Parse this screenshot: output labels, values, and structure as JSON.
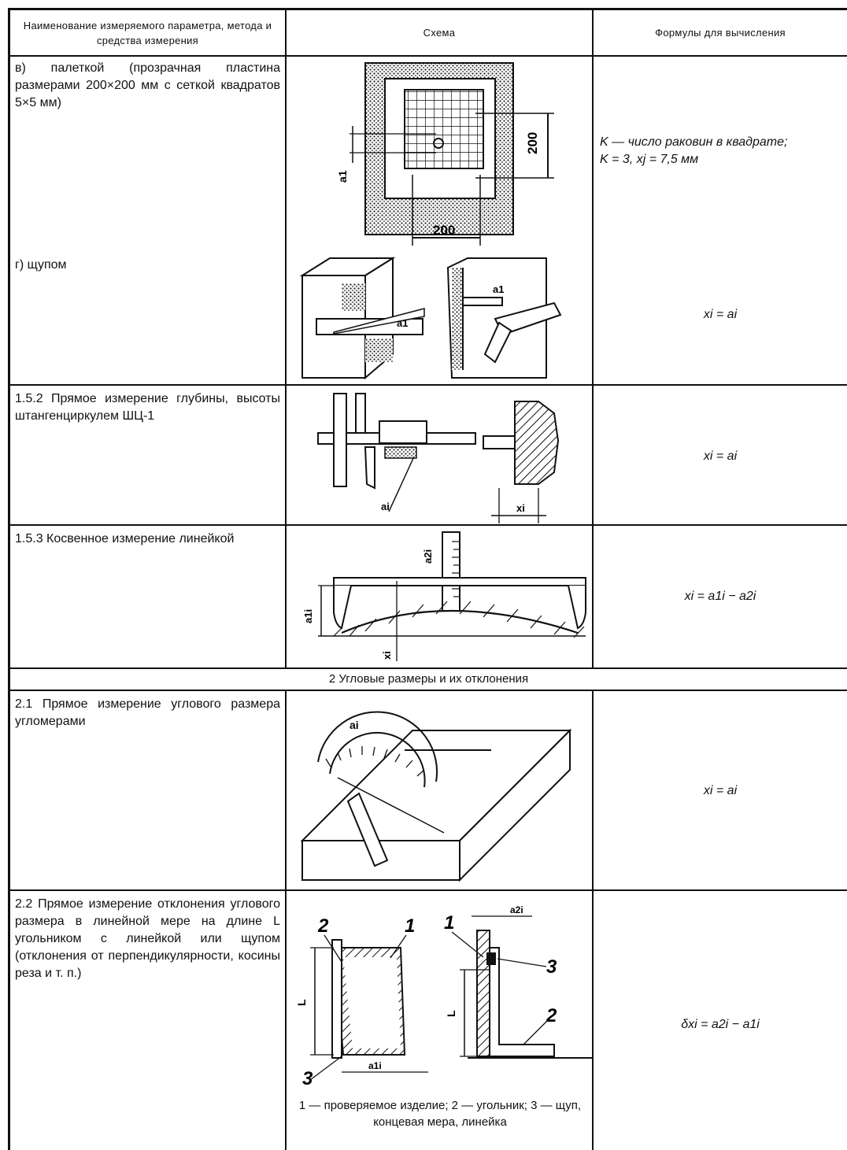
{
  "header": {
    "col1": "Наименование измеряемого параметра, метода и средства измерения",
    "col2": "Схема",
    "col3": "Формулы для вычисления"
  },
  "rows": [
    {
      "method": "в) палеткой (прозрачная пластина размерами 200×200 мм с сеткой квадратов 5×5 мм)",
      "formula_line1": "K — число раковин в квадрате;",
      "formula_line2": "K = 3, xj = 7,5 мм",
      "labels": {
        "dim_v": "200",
        "dim_h": "200",
        "a": "a1"
      }
    },
    {
      "method": "г) щупом",
      "formula": "xi = ai",
      "labels": {
        "a1": "a1",
        "a2": "a1"
      }
    },
    {
      "method": "1.5.2 Прямое измерение глубины, высоты штангенциркулем ШЦ-1",
      "formula": "xi = ai",
      "labels": {
        "a": "ai",
        "x": "xi"
      }
    },
    {
      "method": "1.5.3 Косвенное измерение линейкой",
      "formula": "xi = a1i − a2i",
      "labels": {
        "a2": "a2i",
        "a1": "a1i",
        "x": "xi"
      }
    },
    {
      "section": "2 Угловые размеры и их отклонения"
    },
    {
      "method": "2.1 Прямое измерение углового размера угломерами",
      "formula": "xi = ai",
      "labels": {
        "a": "ai"
      }
    },
    {
      "method": "2.2 Прямое измерение отклонения углового размера в линейной мере на длине L угольником с линейкой или щупом (отклонения от перпендикулярности, косины реза и т. п.)",
      "formula": "δxi = a2i − a1i",
      "labels": {
        "n1": "1",
        "n2": "2",
        "n3": "3",
        "L": "L",
        "a1": "a1i",
        "a2": "a2i"
      },
      "note": "1 — проверяемое изделие; 2 — угольник; 3 — щуп, концевая мера, линейка"
    }
  ]
}
